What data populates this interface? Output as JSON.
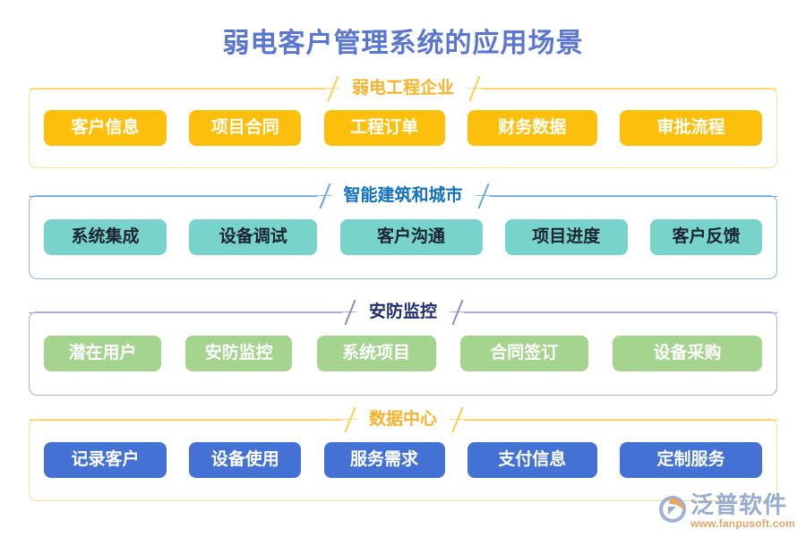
{
  "page": {
    "title": "弱电客户管理系统的应用场景",
    "title_color": "#5b76d0",
    "background": "#ffffff"
  },
  "sections": [
    {
      "label": "弱电工程企业",
      "label_color": "#f7b32b",
      "border_color": "#fcdf8e",
      "line_color": "#fbcf4b",
      "chip_bg": "#fcc00c",
      "chip_text_color": "#ffffff",
      "items": [
        "客户信息",
        "项目合同",
        "工程订单",
        "财务数据",
        "审批流程"
      ]
    },
    {
      "label": "智能建筑和城市",
      "label_color": "#1272bd",
      "border_color": "#8bbde4",
      "line_color": "#6ba7da",
      "chip_bg": "#78d4cb",
      "chip_text_color": "#1b2430",
      "items": [
        "系统集成",
        "设备调试",
        "客户沟通",
        "项目进度",
        "客户反馈"
      ]
    },
    {
      "label": "安防监控",
      "label_color": "#1f2f6e",
      "border_color": "#b0aed6",
      "line_color": "#a9a7cf",
      "chip_bg": "#a5d48e",
      "chip_text_color": "#ffffff",
      "items": [
        "潜在用户",
        "安防监控",
        "系统项目",
        "合同签订",
        "设备采购"
      ]
    },
    {
      "label": "数据中心",
      "label_color": "#f7b32b",
      "border_color": "#fcdf8e",
      "line_color": "#fbcf4b",
      "chip_bg": "#4472d4",
      "chip_text_color": "#ffffff",
      "items": [
        "记录客户",
        "设备使用",
        "服务需求",
        "支付信息",
        "定制服务"
      ]
    }
  ],
  "watermark": {
    "logo_name": "fanpu-logo-icon",
    "brand": "泛普软件",
    "url": "www.fanpusoft.com",
    "brand_color": "#8fa8cf",
    "url_color": "#e0a05a"
  }
}
